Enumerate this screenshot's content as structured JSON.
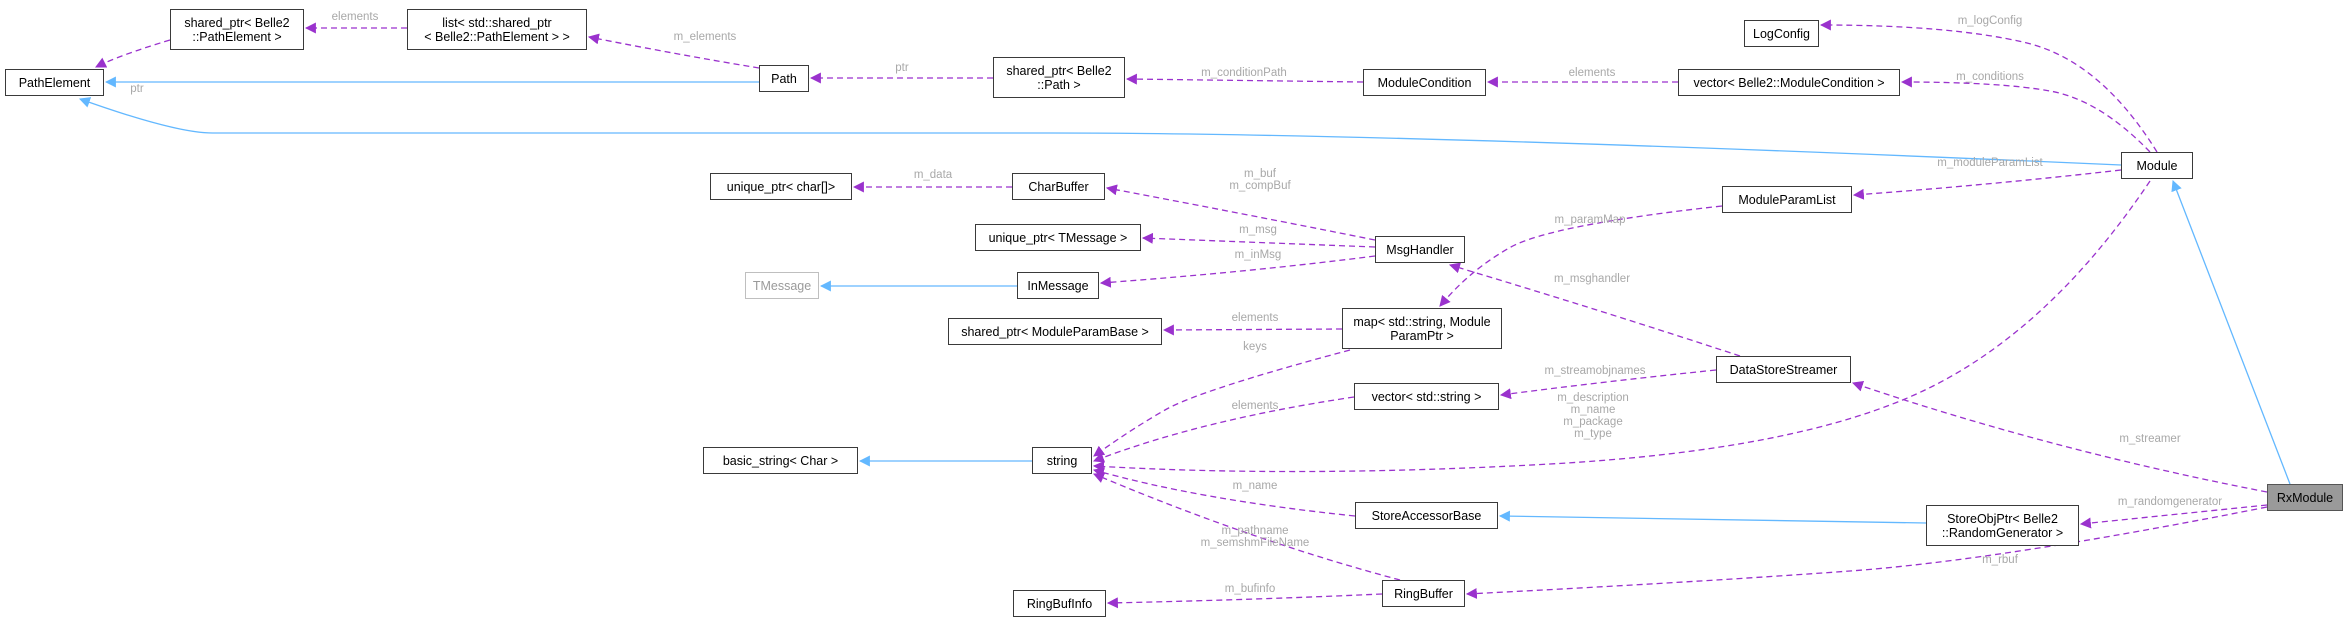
{
  "diagram": {
    "nodes": [
      {
        "id": "RxModule",
        "lines": [
          "RxModule"
        ],
        "focus": true
      },
      {
        "id": "Module",
        "lines": [
          "Module"
        ]
      },
      {
        "id": "PathElement",
        "lines": [
          "PathElement"
        ]
      },
      {
        "id": "LogConfig",
        "lines": [
          "LogConfig"
        ]
      },
      {
        "id": "vecModCond",
        "lines": [
          "vector< Belle2::ModuleCondition >"
        ]
      },
      {
        "id": "ModuleCondition",
        "lines": [
          "ModuleCondition"
        ]
      },
      {
        "id": "spPath",
        "lines": [
          "shared_ptr< Belle2",
          "::Path >"
        ]
      },
      {
        "id": "Path",
        "lines": [
          "Path"
        ]
      },
      {
        "id": "listPE",
        "lines": [
          "list< std::shared_ptr",
          "< Belle2::PathElement > >"
        ]
      },
      {
        "id": "spPE",
        "lines": [
          "shared_ptr< Belle2",
          "::PathElement >"
        ]
      },
      {
        "id": "ModuleParamList",
        "lines": [
          "ModuleParamList"
        ]
      },
      {
        "id": "mapParam",
        "lines": [
          "map< std::string, Module",
          "ParamPtr >"
        ]
      },
      {
        "id": "spMPB",
        "lines": [
          "shared_ptr< ModuleParamBase >"
        ]
      },
      {
        "id": "string",
        "lines": [
          "string"
        ]
      },
      {
        "id": "basicString",
        "lines": [
          "basic_string< Char >"
        ]
      },
      {
        "id": "vecString",
        "lines": [
          "vector< std::string >"
        ]
      },
      {
        "id": "DataStoreStreamer",
        "lines": [
          "DataStoreStreamer"
        ]
      },
      {
        "id": "MsgHandler",
        "lines": [
          "MsgHandler"
        ]
      },
      {
        "id": "CharBuffer",
        "lines": [
          "CharBuffer"
        ]
      },
      {
        "id": "upChar",
        "lines": [
          "unique_ptr< char[]>"
        ]
      },
      {
        "id": "upTMsg",
        "lines": [
          "unique_ptr< TMessage >"
        ]
      },
      {
        "id": "InMessage",
        "lines": [
          "InMessage"
        ]
      },
      {
        "id": "TMessage",
        "lines": [
          "TMessage"
        ],
        "gray": true
      },
      {
        "id": "StoreAccessorBase",
        "lines": [
          "StoreAccessorBase"
        ]
      },
      {
        "id": "StoreObjPtr",
        "lines": [
          "StoreObjPtr< Belle2",
          "::RandomGenerator >"
        ]
      },
      {
        "id": "RingBuffer",
        "lines": [
          "RingBuffer"
        ]
      },
      {
        "id": "RingBufInfo",
        "lines": [
          "RingBufInfo"
        ]
      }
    ],
    "edges": [
      {
        "from": "RxModule",
        "to": "Module",
        "kind": "inherit",
        "labels": []
      },
      {
        "from": "Module",
        "to": "PathElement",
        "kind": "inherit",
        "labels": []
      },
      {
        "from": "Path",
        "to": "PathElement",
        "kind": "inherit",
        "labels": []
      },
      {
        "from": "InMessage",
        "to": "TMessage",
        "kind": "inherit",
        "labels": []
      },
      {
        "from": "string",
        "to": "basicString",
        "kind": "inherit",
        "labels": []
      },
      {
        "from": "StoreObjPtr",
        "to": "StoreAccessorBase",
        "kind": "inherit",
        "labels": []
      },
      {
        "from": "Module",
        "to": "LogConfig",
        "kind": "use",
        "labels": [
          "m_logConfig"
        ]
      },
      {
        "from": "Module",
        "to": "vecModCond",
        "kind": "use",
        "labels": [
          "m_conditions"
        ]
      },
      {
        "from": "vecModCond",
        "to": "ModuleCondition",
        "kind": "use",
        "labels": [
          "elements"
        ]
      },
      {
        "from": "ModuleCondition",
        "to": "spPath",
        "kind": "use",
        "labels": [
          "m_conditionPath"
        ]
      },
      {
        "from": "spPath",
        "to": "Path",
        "kind": "use",
        "labels": [
          "ptr"
        ]
      },
      {
        "from": "Path",
        "to": "listPE",
        "kind": "use",
        "labels": [
          "m_elements"
        ]
      },
      {
        "from": "listPE",
        "to": "spPE",
        "kind": "use",
        "labels": [
          "elements"
        ]
      },
      {
        "from": "spPE",
        "to": "PathElement",
        "kind": "use",
        "labels": [
          "ptr"
        ]
      },
      {
        "from": "Module",
        "to": "ModuleParamList",
        "kind": "use",
        "labels": [
          "m_moduleParamList"
        ]
      },
      {
        "from": "ModuleParamList",
        "to": "mapParam",
        "kind": "use",
        "labels": [
          "m_paramMap"
        ]
      },
      {
        "from": "mapParam",
        "to": "spMPB",
        "kind": "use",
        "labels": [
          "elements"
        ]
      },
      {
        "from": "mapParam",
        "to": "string",
        "kind": "use",
        "labels": [
          "keys"
        ]
      },
      {
        "from": "vecString",
        "to": "string",
        "kind": "use",
        "labels": [
          "elements"
        ]
      },
      {
        "from": "Module",
        "to": "string",
        "kind": "use",
        "labels": [
          "m_description",
          "m_name",
          "m_package",
          "m_type"
        ]
      },
      {
        "from": "DataStoreStreamer",
        "to": "vecString",
        "kind": "use",
        "labels": [
          "m_streamobjnames"
        ]
      },
      {
        "from": "DataStoreStreamer",
        "to": "MsgHandler",
        "kind": "use",
        "labels": [
          "m_msghandler"
        ]
      },
      {
        "from": "MsgHandler",
        "to": "CharBuffer",
        "kind": "use",
        "labels": [
          "m_buf",
          "m_compBuf"
        ]
      },
      {
        "from": "CharBuffer",
        "to": "upChar",
        "kind": "use",
        "labels": [
          "m_data"
        ]
      },
      {
        "from": "MsgHandler",
        "to": "upTMsg",
        "kind": "use",
        "labels": [
          "m_msg"
        ]
      },
      {
        "from": "MsgHandler",
        "to": "InMessage",
        "kind": "use",
        "labels": [
          "m_inMsg"
        ]
      },
      {
        "from": "RxModule",
        "to": "DataStoreStreamer",
        "kind": "use",
        "labels": [
          "m_streamer"
        ]
      },
      {
        "from": "RxModule",
        "to": "StoreObjPtr",
        "kind": "use",
        "labels": [
          "m_randomgenerator"
        ]
      },
      {
        "from": "RxModule",
        "to": "RingBuffer",
        "kind": "use",
        "labels": [
          "m_rbuf"
        ]
      },
      {
        "from": "StoreAccessorBase",
        "to": "string",
        "kind": "use",
        "labels": [
          "m_name"
        ]
      },
      {
        "from": "RingBuffer",
        "to": "string",
        "kind": "use",
        "labels": [
          "m_pathname",
          "m_semshmFileName"
        ]
      },
      {
        "from": "RingBuffer",
        "to": "RingBufInfo",
        "kind": "use",
        "labels": [
          "m_bufinfo"
        ]
      }
    ]
  },
  "colors": {
    "inherit": "#63b8ff",
    "use": "#9a32cd",
    "label": "#a8a8a8",
    "focus_fill": "#9a9a9a"
  }
}
